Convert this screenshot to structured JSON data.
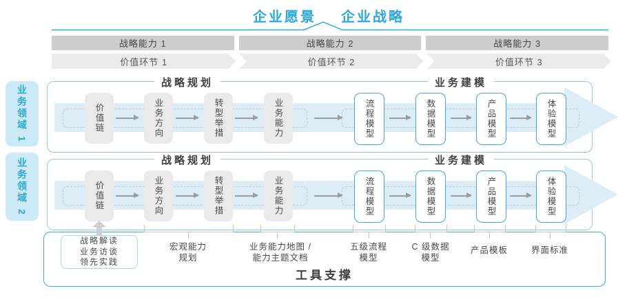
{
  "title": {
    "vision": "企业愿景",
    "strategy": "企业战略"
  },
  "strategic_capabilities": [
    "战略能力 1",
    "战略能力 2",
    "战略能力 3"
  ],
  "value_links": [
    "价值环节 1",
    "价值环节 2",
    "价值环节 3"
  ],
  "domains": [
    {
      "label": "业务领域 1",
      "planning_header": "战略规划",
      "modeling_header": "业务建模",
      "planning_boxes": [
        "价值链",
        "业务方向",
        "转型举措",
        "业务能力"
      ],
      "modeling_boxes": [
        "流程模型",
        "数据模型",
        "产品模型",
        "体验模型"
      ]
    },
    {
      "label": "业务领域 2",
      "planning_header": "战略规划",
      "modeling_header": "业务建模",
      "planning_boxes": [
        "价值链",
        "业务方向",
        "转型举措",
        "业务能力"
      ],
      "modeling_boxes": [
        "流程模型",
        "数据模型",
        "产品模型",
        "体验模型"
      ]
    }
  ],
  "annotations": {
    "sources": [
      "战略解读",
      "业务访谈",
      "领先实践"
    ],
    "labels": [
      {
        "line1": "宏观能力",
        "line2": "规划"
      },
      {
        "line1": "业务能力地图 /",
        "line2": "能力主题文档"
      },
      {
        "line1": "五级流程",
        "line2": "模型"
      },
      {
        "line1": "C 级数据",
        "line2": "模型"
      },
      {
        "line1": "产品模板",
        "line2": ""
      },
      {
        "line1": "界面标准",
        "line2": ""
      }
    ]
  },
  "tool_support": {
    "label": "工具支撑"
  },
  "colors": {
    "accent_blue": "#2BA7E0",
    "teal_text": "#2FA9C9",
    "domain_label_fill": "#CBE9F6",
    "band_fill": "#DCEDF7",
    "blue_box_border": "#41A8DA",
    "capability_bar_fill": "#CDCDCD",
    "value_link_fill": "#EBEBEB"
  }
}
